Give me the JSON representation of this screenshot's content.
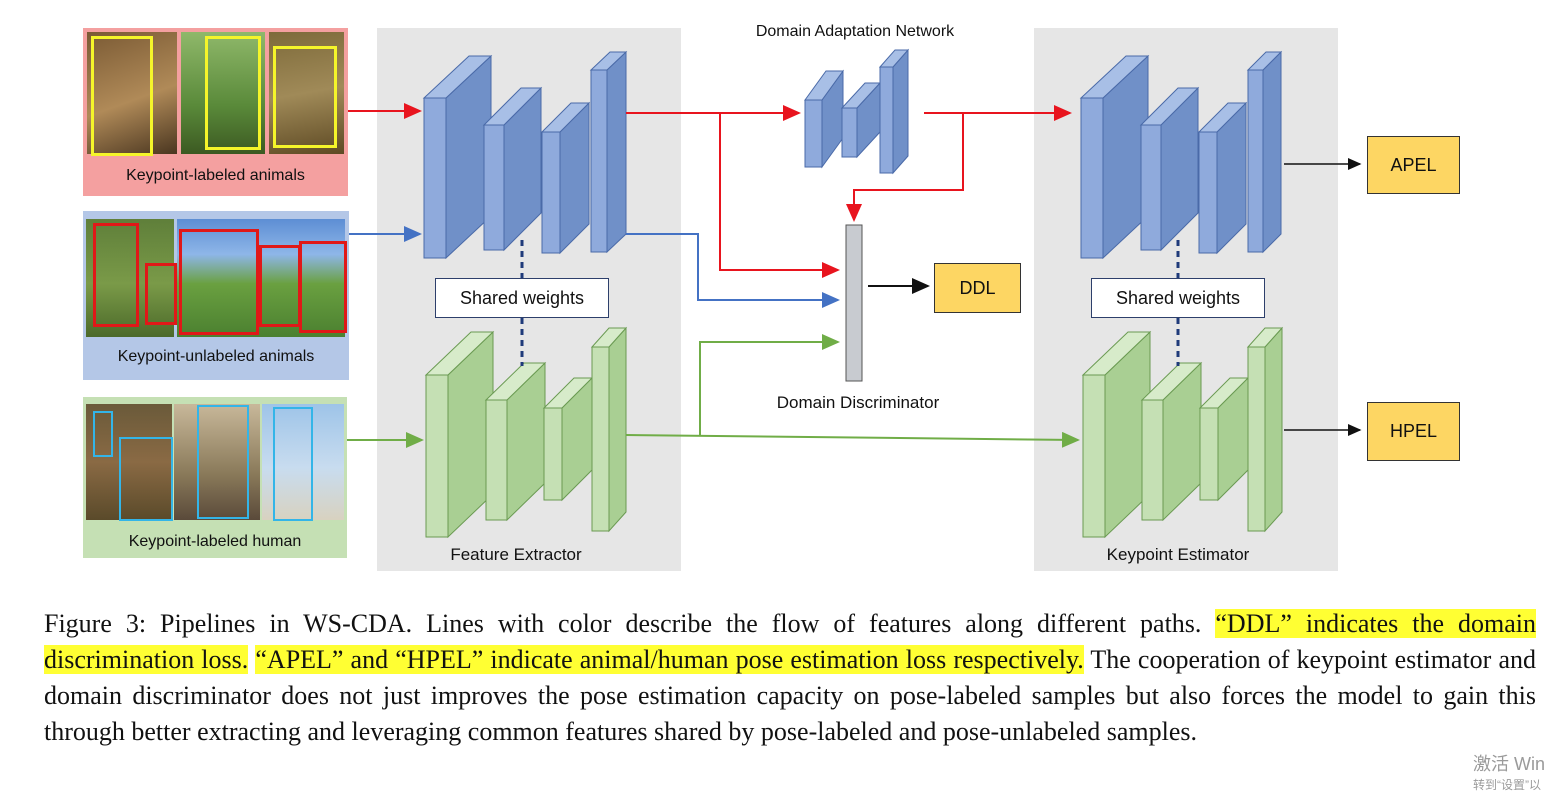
{
  "figure": {
    "sources": [
      {
        "label": "Keypoint-labeled animals",
        "bg": "#f4a0a0"
      },
      {
        "label": "Keypoint-unlabeled animals",
        "bg": "#b4c7e7"
      },
      {
        "label": "Keypoint-labeled human",
        "bg": "#c5e0b4"
      }
    ],
    "feature_extractor_label": "Feature Extractor",
    "domain_adaptation_label": "Domain Adaptation Network",
    "domain_discriminator_label": "Domain Discriminator",
    "keypoint_estimator_label": "Keypoint Estimator",
    "shared_weights_left": "Shared weights",
    "shared_weights_right": "Shared weights",
    "outputs": {
      "ddl": "DDL",
      "apel": "APEL",
      "hpel": "HPEL"
    },
    "colors": {
      "red_path": "#e8141e",
      "blue_path": "#4472c4",
      "green_path": "#70ad47",
      "blue_block": "#8faadc",
      "green_block": "#c5e0b4",
      "output_box": "#fdd663"
    }
  },
  "caption": {
    "prefix": "Figure 3: Pipelines in WS-CDA. Lines with color describe the flow of features along different paths. ",
    "highlight1": "“DDL” indicates the domain discrimination loss.",
    "space": " ",
    "highlight2": "“APEL” and “HPEL” indicate animal/human pose estimation loss respectively.",
    "suffix": " The cooperation of keypoint estimator and domain discriminator does not just improves the pose estimation capacity on pose-labeled samples but also forces the model to gain this through better extracting and leveraging common features shared by pose-labeled and pose-unlabeled samples."
  },
  "watermark": {
    "line1": "激活 Win",
    "line2": "转到“设置”以"
  }
}
